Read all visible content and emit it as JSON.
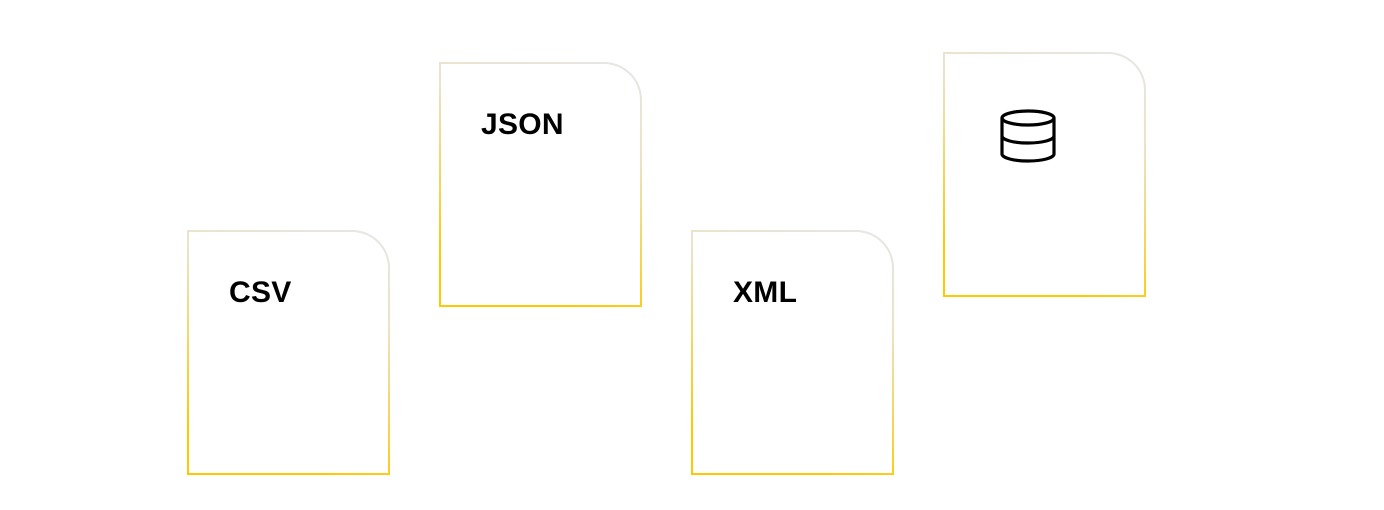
{
  "cards": [
    {
      "label": "CSV"
    },
    {
      "label": "JSON"
    },
    {
      "label": "XML"
    },
    {
      "icon": "database-icon"
    }
  ],
  "colors": {
    "border_top": "#e6e6e6",
    "border_bottom": "#ffc800"
  }
}
